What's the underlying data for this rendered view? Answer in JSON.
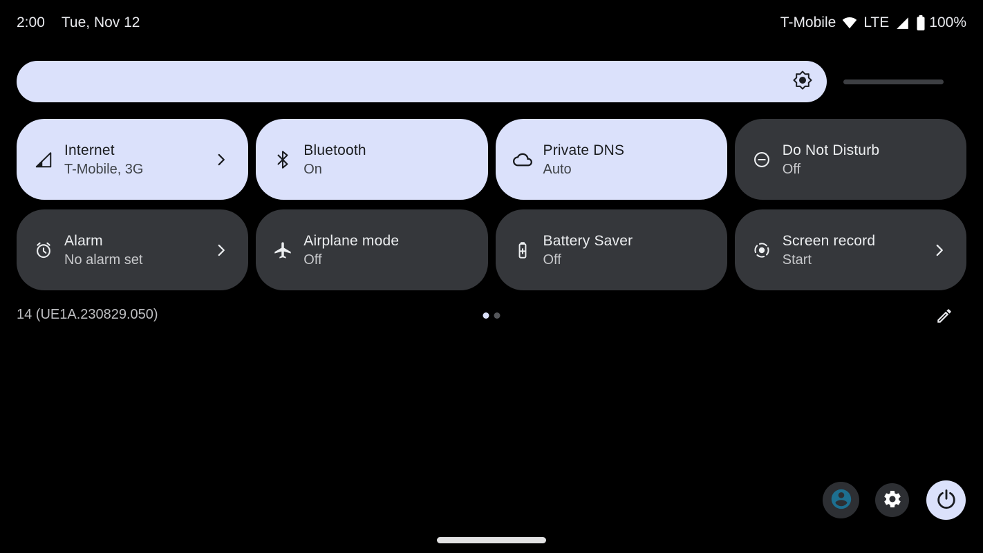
{
  "status_bar": {
    "time": "2:00",
    "date": "Tue, Nov 12",
    "carrier": "T-Mobile",
    "network_type": "LTE",
    "battery_percent": "100%"
  },
  "brightness_slider": {
    "percent": 87
  },
  "quick_tiles": [
    {
      "label": "Internet",
      "status": "T-Mobile, 3G",
      "state": "active",
      "icon": "mobile-signal-icon",
      "has_chevron": true
    },
    {
      "label": "Bluetooth",
      "status": "On",
      "state": "active",
      "icon": "bluetooth-icon",
      "has_chevron": false
    },
    {
      "label": "Private DNS",
      "status": "Auto",
      "state": "active",
      "icon": "cloud-icon",
      "has_chevron": false
    },
    {
      "label": "Do Not Disturb",
      "status": "Off",
      "state": "inactive",
      "icon": "do-not-disturb-icon",
      "has_chevron": false
    },
    {
      "label": "Alarm",
      "status": "No alarm set",
      "state": "inactive",
      "icon": "alarm-icon",
      "has_chevron": true
    },
    {
      "label": "Airplane mode",
      "status": "Off",
      "state": "inactive",
      "icon": "airplane-icon",
      "has_chevron": false
    },
    {
      "label": "Battery Saver",
      "status": "Off",
      "state": "inactive",
      "icon": "battery-saver-icon",
      "has_chevron": false
    },
    {
      "label": "Screen record",
      "status": "Start",
      "state": "inactive",
      "icon": "screen-record-icon",
      "has_chevron": true
    }
  ],
  "footer": {
    "build_number": "14 (UE1A.230829.050)",
    "page_indicator": {
      "pages": 2,
      "active_page": 1
    }
  },
  "colors": {
    "background": "#000000",
    "accent_light": "#dbe1fb",
    "tile_dark": "#35373b",
    "avatar_accent": "#1d6f90",
    "track_dark": "#3d3f43"
  }
}
